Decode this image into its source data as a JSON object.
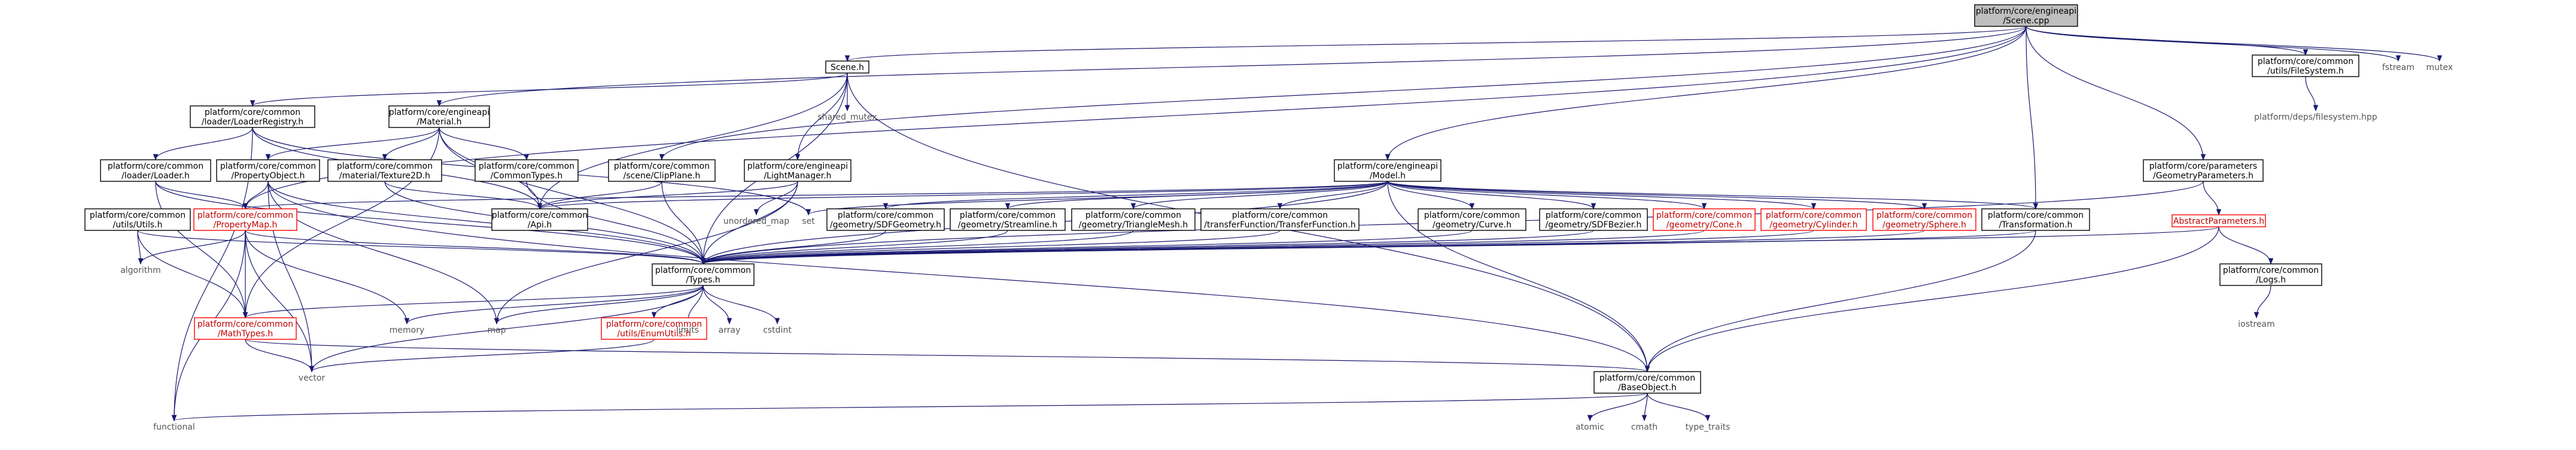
{
  "nodes": [
    {
      "id": "scene_cpp",
      "lines": [
        "platform/core/engineapi",
        "/Scene.cpp"
      ],
      "kind": "root"
    },
    {
      "id": "scene_h",
      "lines": [
        "Scene.h"
      ],
      "kind": "box"
    },
    {
      "id": "shared_mutex",
      "lines": [
        "shared_mutex"
      ],
      "kind": "leaf"
    },
    {
      "id": "loader_registry",
      "lines": [
        "platform/core/common",
        "/loader/LoaderRegistry.h"
      ],
      "kind": "box"
    },
    {
      "id": "material",
      "lines": [
        "platform/core/engineapi",
        "/Material.h"
      ],
      "kind": "box"
    },
    {
      "id": "loader",
      "lines": [
        "platform/core/common",
        "/loader/Loader.h"
      ],
      "kind": "box"
    },
    {
      "id": "property_object",
      "lines": [
        "platform/core/common",
        "/PropertyObject.h"
      ],
      "kind": "box"
    },
    {
      "id": "texture2d",
      "lines": [
        "platform/core/common",
        "/material/Texture2D.h"
      ],
      "kind": "box"
    },
    {
      "id": "common_types",
      "lines": [
        "platform/core/common",
        "/CommonTypes.h"
      ],
      "kind": "box"
    },
    {
      "id": "clip_plane",
      "lines": [
        "platform/core/common",
        "/scene/ClipPlane.h"
      ],
      "kind": "box"
    },
    {
      "id": "light_manager",
      "lines": [
        "platform/core/engineapi",
        "/LightManager.h"
      ],
      "kind": "box"
    },
    {
      "id": "api",
      "lines": [
        "platform/core/common",
        "/Api.h"
      ],
      "kind": "box"
    },
    {
      "id": "unordered_map",
      "lines": [
        "unordered_map"
      ],
      "kind": "leaf"
    },
    {
      "id": "model",
      "lines": [
        "platform/core/engineapi",
        "/Model.h"
      ],
      "kind": "box"
    },
    {
      "id": "utils",
      "lines": [
        "platform/core/common",
        "/utils/Utils.h"
      ],
      "kind": "box"
    },
    {
      "id": "property_map",
      "lines": [
        "platform/core/common",
        "/PropertyMap.h"
      ],
      "kind": "red"
    },
    {
      "id": "algorithm",
      "lines": [
        "algorithm"
      ],
      "kind": "leaf"
    },
    {
      "id": "set",
      "lines": [
        "set"
      ],
      "kind": "leaf"
    },
    {
      "id": "sdf_geometry",
      "lines": [
        "platform/core/common",
        "/geometry/SDFGeometry.h"
      ],
      "kind": "box"
    },
    {
      "id": "streamline",
      "lines": [
        "platform/core/common",
        "/geometry/Streamline.h"
      ],
      "kind": "box"
    },
    {
      "id": "triangle_mesh",
      "lines": [
        "platform/core/common",
        "/geometry/TriangleMesh.h"
      ],
      "kind": "box"
    },
    {
      "id": "transfer_function",
      "lines": [
        "platform/core/common",
        "/transferFunction/TransferFunction.h"
      ],
      "kind": "box"
    },
    {
      "id": "curve",
      "lines": [
        "platform/core/common",
        "/geometry/Curve.h"
      ],
      "kind": "box"
    },
    {
      "id": "sdf_bezier",
      "lines": [
        "platform/core/common",
        "/geometry/SDFBezier.h"
      ],
      "kind": "box"
    },
    {
      "id": "cone",
      "lines": [
        "platform/core/common",
        "/geometry/Cone.h"
      ],
      "kind": "red"
    },
    {
      "id": "cylinder",
      "lines": [
        "platform/core/common",
        "/geometry/Cylinder.h"
      ],
      "kind": "red"
    },
    {
      "id": "sphere",
      "lines": [
        "platform/core/common",
        "/geometry/Sphere.h"
      ],
      "kind": "red"
    },
    {
      "id": "transformation",
      "lines": [
        "platform/core/common",
        "/Transformation.h"
      ],
      "kind": "box"
    },
    {
      "id": "types",
      "lines": [
        "platform/core/common",
        "/Types.h"
      ],
      "kind": "box"
    },
    {
      "id": "math_types",
      "lines": [
        "platform/core/common",
        "/MathTypes.h"
      ],
      "kind": "red"
    },
    {
      "id": "memory",
      "lines": [
        "memory"
      ],
      "kind": "leaf"
    },
    {
      "id": "map",
      "lines": [
        "map"
      ],
      "kind": "leaf"
    },
    {
      "id": "enum_utils",
      "lines": [
        "platform/core/common",
        "/utils/EnumUtils.h"
      ],
      "kind": "red"
    },
    {
      "id": "limits",
      "lines": [
        "limits"
      ],
      "kind": "leaf"
    },
    {
      "id": "array",
      "lines": [
        "array"
      ],
      "kind": "leaf"
    },
    {
      "id": "cstdint",
      "lines": [
        "cstdint"
      ],
      "kind": "leaf"
    },
    {
      "id": "vector",
      "lines": [
        "vector"
      ],
      "kind": "leaf"
    },
    {
      "id": "functional",
      "lines": [
        "functional"
      ],
      "kind": "leaf"
    },
    {
      "id": "base_object",
      "lines": [
        "platform/core/common",
        "/BaseObject.h"
      ],
      "kind": "box"
    },
    {
      "id": "atomic",
      "lines": [
        "atomic"
      ],
      "kind": "leaf"
    },
    {
      "id": "cmath",
      "lines": [
        "cmath"
      ],
      "kind": "leaf"
    },
    {
      "id": "type_traits",
      "lines": [
        "type_traits"
      ],
      "kind": "leaf"
    },
    {
      "id": "file_system",
      "lines": [
        "platform/core/common",
        "/utils/FileSystem.h"
      ],
      "kind": "box"
    },
    {
      "id": "filesystem_hpp",
      "lines": [
        "platform/deps/filesystem.hpp"
      ],
      "kind": "leaf"
    },
    {
      "id": "fstream",
      "lines": [
        "fstream"
      ],
      "kind": "leaf"
    },
    {
      "id": "mutex",
      "lines": [
        "mutex"
      ],
      "kind": "leaf"
    },
    {
      "id": "geometry_parameters",
      "lines": [
        "platform/core/parameters",
        "/GeometryParameters.h"
      ],
      "kind": "box"
    },
    {
      "id": "abstract_parameters",
      "lines": [
        "AbstractParameters.h"
      ],
      "kind": "red"
    },
    {
      "id": "logs",
      "lines": [
        "platform/core/common",
        "/Logs.h"
      ],
      "kind": "box"
    },
    {
      "id": "iostream",
      "lines": [
        "iostream"
      ],
      "kind": "leaf"
    }
  ],
  "edges": [
    [
      "scene_cpp",
      "scene_h"
    ],
    [
      "scene_cpp",
      "material"
    ],
    [
      "scene_cpp",
      "clip_plane"
    ],
    [
      "scene_cpp",
      "model"
    ],
    [
      "scene_cpp",
      "property_map"
    ],
    [
      "scene_cpp",
      "transformation"
    ],
    [
      "scene_cpp",
      "file_system"
    ],
    [
      "scene_cpp",
      "fstream"
    ],
    [
      "scene_cpp",
      "mutex"
    ],
    [
      "scene_cpp",
      "geometry_parameters"
    ],
    [
      "scene_h",
      "loader_registry"
    ],
    [
      "scene_h",
      "light_manager"
    ],
    [
      "scene_h",
      "shared_mutex"
    ],
    [
      "scene_h",
      "api"
    ],
    [
      "scene_h",
      "types"
    ],
    [
      "scene_h",
      "base_object"
    ],
    [
      "loader_registry",
      "loader"
    ],
    [
      "loader_registry",
      "api"
    ],
    [
      "loader_registry",
      "set"
    ],
    [
      "loader_registry",
      "functional"
    ],
    [
      "material",
      "property_object"
    ],
    [
      "material",
      "texture2d"
    ],
    [
      "material",
      "common_types"
    ],
    [
      "material",
      "api"
    ],
    [
      "material",
      "types"
    ],
    [
      "material",
      "math_types"
    ],
    [
      "loader",
      "property_map"
    ],
    [
      "loader",
      "types"
    ],
    [
      "loader",
      "math_types"
    ],
    [
      "property_object",
      "property_map"
    ],
    [
      "property_object",
      "types"
    ],
    [
      "property_object",
      "base_object"
    ],
    [
      "property_object",
      "map"
    ],
    [
      "property_object",
      "vector"
    ],
    [
      "texture2d",
      "api"
    ],
    [
      "texture2d",
      "types"
    ],
    [
      "common_types",
      "types"
    ],
    [
      "clip_plane",
      "api"
    ],
    [
      "clip_plane",
      "types"
    ],
    [
      "light_manager",
      "api"
    ],
    [
      "light_manager",
      "unordered_map"
    ],
    [
      "light_manager",
      "types"
    ],
    [
      "light_manager",
      "map"
    ],
    [
      "model",
      "api"
    ],
    [
      "model",
      "set"
    ],
    [
      "model",
      "property_map"
    ],
    [
      "model",
      "sdf_geometry"
    ],
    [
      "model",
      "streamline"
    ],
    [
      "model",
      "triangle_mesh"
    ],
    [
      "model",
      "transfer_function"
    ],
    [
      "model",
      "curve"
    ],
    [
      "model",
      "sdf_bezier"
    ],
    [
      "model",
      "cone"
    ],
    [
      "model",
      "cylinder"
    ],
    [
      "model",
      "sphere"
    ],
    [
      "model",
      "transformation"
    ],
    [
      "model",
      "base_object"
    ],
    [
      "model",
      "types"
    ],
    [
      "utils",
      "algorithm"
    ],
    [
      "utils",
      "math_types"
    ],
    [
      "utils",
      "types"
    ],
    [
      "property_map",
      "algorithm"
    ],
    [
      "property_map",
      "types"
    ],
    [
      "property_map",
      "math_types"
    ],
    [
      "property_map",
      "memory"
    ],
    [
      "property_map",
      "vector"
    ],
    [
      "property_map",
      "functional"
    ],
    [
      "sdf_geometry",
      "types"
    ],
    [
      "streamline",
      "types"
    ],
    [
      "triangle_mesh",
      "types"
    ],
    [
      "transfer_function",
      "types"
    ],
    [
      "curve",
      "types"
    ],
    [
      "sdf_bezier",
      "types"
    ],
    [
      "cone",
      "types"
    ],
    [
      "cylinder",
      "types"
    ],
    [
      "sphere",
      "types"
    ],
    [
      "transformation",
      "types"
    ],
    [
      "transformation",
      "base_object"
    ],
    [
      "types",
      "math_types"
    ],
    [
      "types",
      "memory"
    ],
    [
      "types",
      "map"
    ],
    [
      "types",
      "enum_utils"
    ],
    [
      "types",
      "limits"
    ],
    [
      "types",
      "array"
    ],
    [
      "types",
      "cstdint"
    ],
    [
      "types",
      "vector"
    ],
    [
      "math_types",
      "vector"
    ],
    [
      "math_types",
      "base_object"
    ],
    [
      "enum_utils",
      "vector"
    ],
    [
      "base_object",
      "functional"
    ],
    [
      "base_object",
      "atomic"
    ],
    [
      "base_object",
      "cmath"
    ],
    [
      "base_object",
      "type_traits"
    ],
    [
      "file_system",
      "filesystem_hpp"
    ],
    [
      "geometry_parameters",
      "abstract_parameters"
    ],
    [
      "geometry_parameters",
      "types"
    ],
    [
      "abstract_parameters",
      "logs"
    ],
    [
      "abstract_parameters",
      "types"
    ],
    [
      "abstract_parameters",
      "base_object"
    ],
    [
      "logs",
      "iostream"
    ]
  ]
}
